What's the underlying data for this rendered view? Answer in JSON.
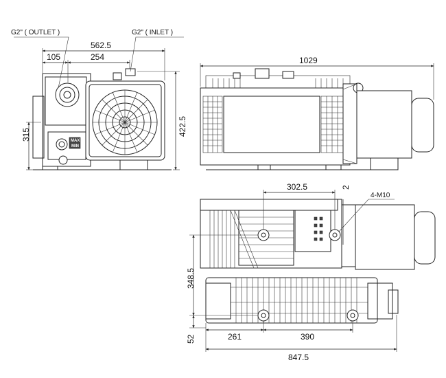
{
  "labels": {
    "outlet": "G2\"  ( OUTLET )",
    "inlet": "G2\"  ( INLET )",
    "max": "MAX",
    "min": "MIN",
    "bolt": "4-M10"
  },
  "dimensions": {
    "front_width": "562.5",
    "outlet_offset": "105",
    "inlet_offset": "254",
    "front_height": "422.5",
    "shaft_height": "315",
    "side_length": "1029",
    "mount_span": "302.5",
    "gap": "2",
    "base_height": "348.5",
    "foot_height": "52",
    "foot_offset": "261",
    "foot_span": "390",
    "base_length": "847.5"
  }
}
